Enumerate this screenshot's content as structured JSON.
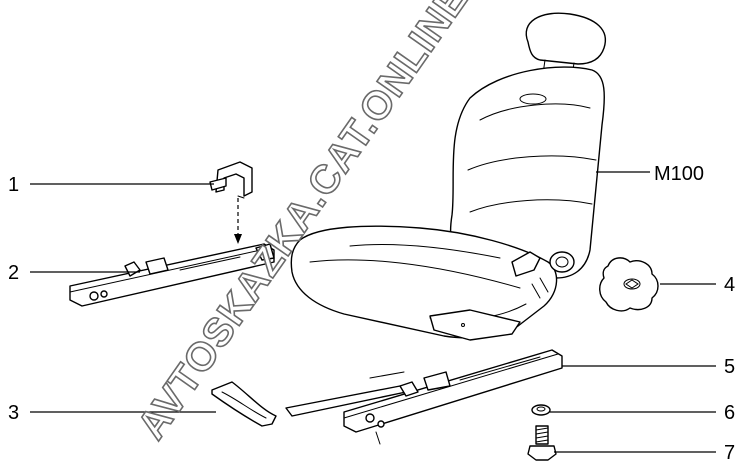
{
  "callouts": [
    {
      "id": "1",
      "label": "1"
    },
    {
      "id": "2",
      "label": "2"
    },
    {
      "id": "3",
      "label": "3"
    },
    {
      "id": "4",
      "label": "4"
    },
    {
      "id": "5",
      "label": "5"
    },
    {
      "id": "6",
      "label": "6"
    },
    {
      "id": "7",
      "label": "7"
    },
    {
      "id": "m100",
      "label": "M100"
    }
  ],
  "watermark": "AVTOSKAZKA.CAT.ONLINE"
}
